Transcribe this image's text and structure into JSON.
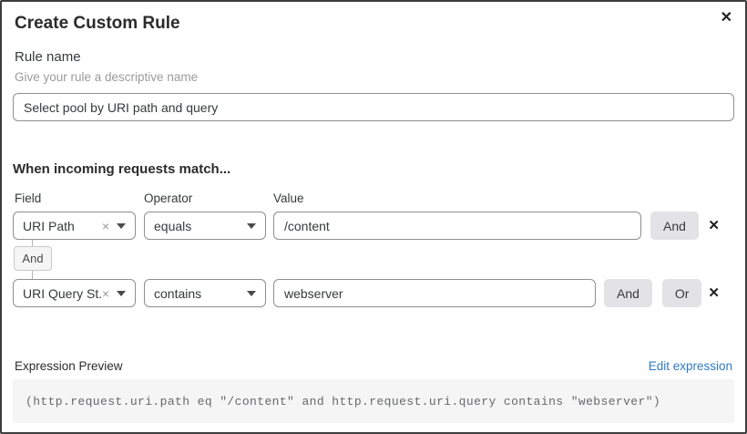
{
  "modal": {
    "title": "Create Custom Rule"
  },
  "icons": {
    "close": "✕",
    "clear": "×",
    "row_delete": "✕"
  },
  "rule_name": {
    "label": "Rule name",
    "helper": "Give your rule a descriptive name",
    "value": "Select pool by URI path and query"
  },
  "matcher": {
    "heading": "When incoming requests match...",
    "columns": {
      "field": "Field",
      "operator": "Operator",
      "value": "Value"
    },
    "connector_label": "And",
    "rows": [
      {
        "field": "URI Path",
        "operator": "equals",
        "value": "/content",
        "buttons": [
          "And"
        ]
      },
      {
        "field": "URI Query St...",
        "operator": "contains",
        "value": "webserver",
        "buttons": [
          "And",
          "Or"
        ]
      }
    ]
  },
  "expression_preview": {
    "label": "Expression Preview",
    "edit_link": "Edit expression",
    "expression": "(http.request.uri.path eq \"/content\" and http.request.uri.query contains \"webserver\")"
  },
  "colors": {
    "link_blue": "#2f7bbf",
    "button_gray": "#e3e3e5",
    "border_gray": "#8f8f8f",
    "code_background": "#f5f5f5",
    "modal_border": "#3d3d3d"
  }
}
